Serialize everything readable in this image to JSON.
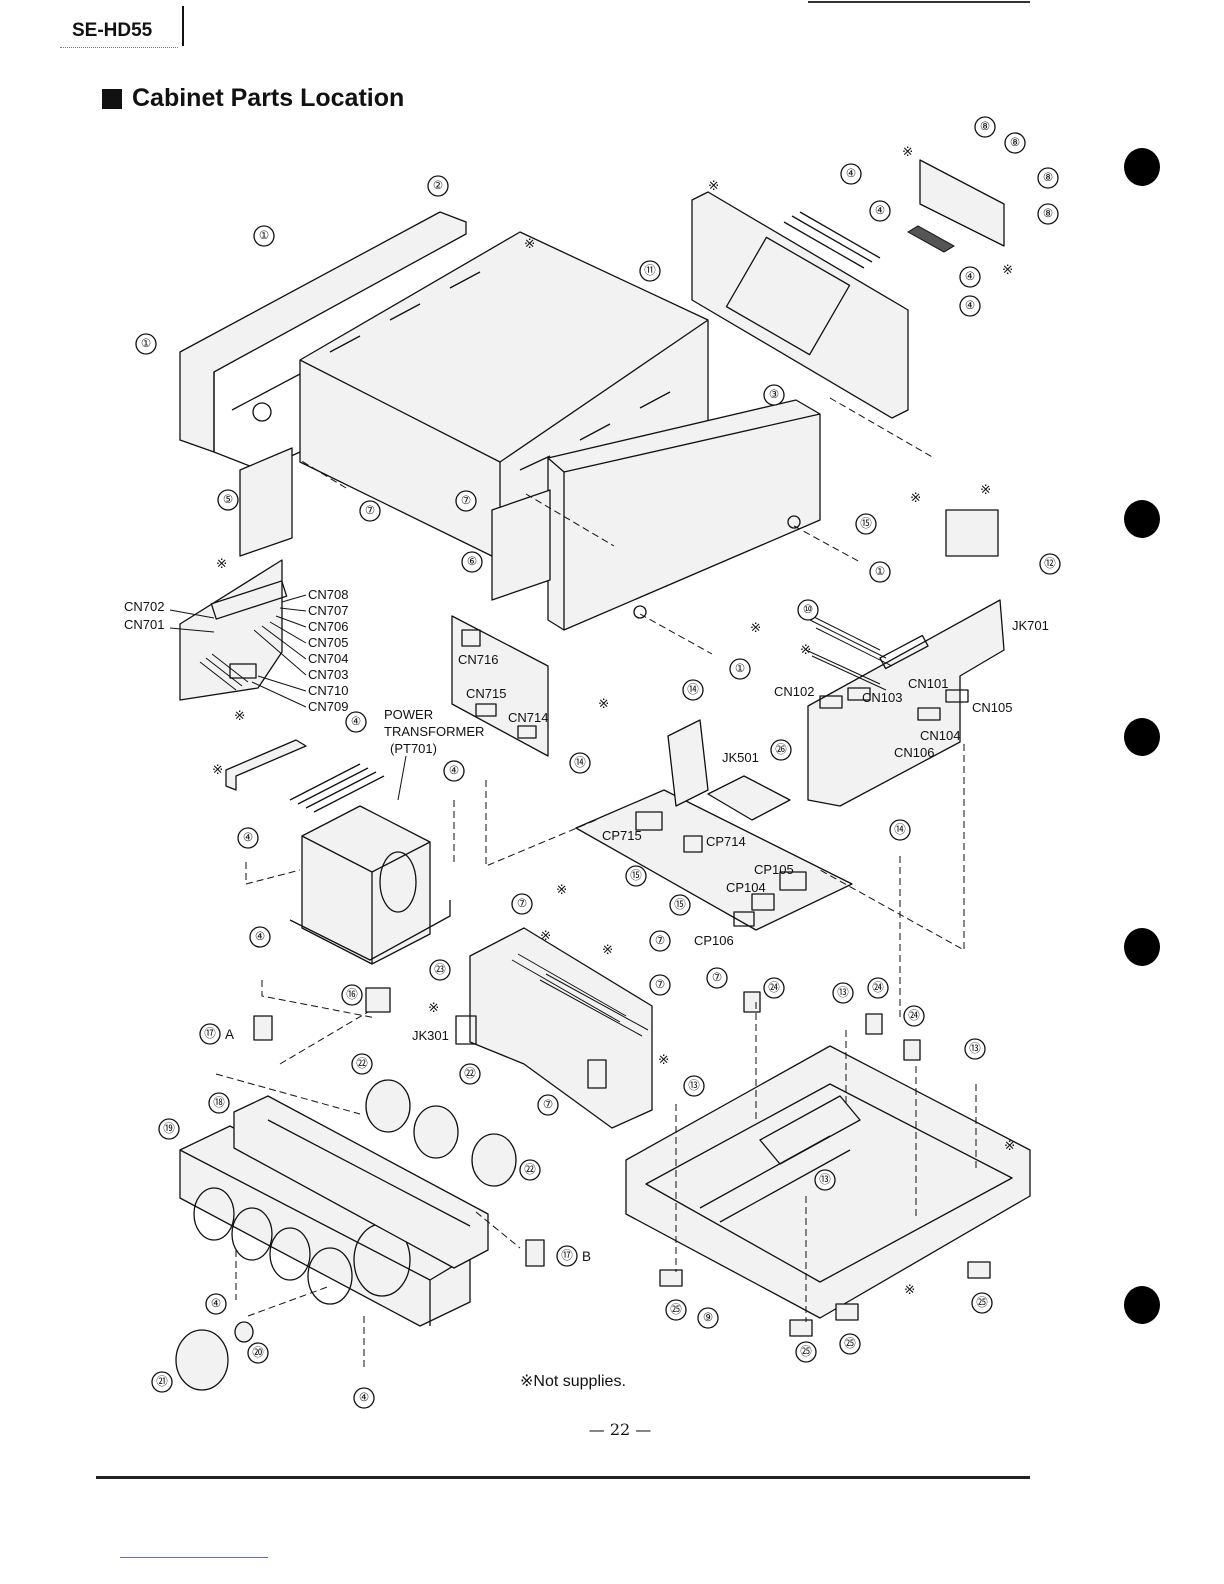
{
  "header": {
    "model": "SE-HD55",
    "title": "Cabinet Parts Location"
  },
  "diagram": {
    "callouts": [
      {
        "id": "c1a",
        "text": "①"
      },
      {
        "id": "c1b",
        "text": "①"
      },
      {
        "id": "c1c",
        "text": "①"
      },
      {
        "id": "c1d",
        "text": "①"
      },
      {
        "id": "c2",
        "text": "②"
      },
      {
        "id": "c3",
        "text": "③"
      },
      {
        "id": "c4a",
        "text": "④"
      },
      {
        "id": "c4b",
        "text": "④"
      },
      {
        "id": "c4c",
        "text": "④"
      },
      {
        "id": "c4d",
        "text": "④"
      },
      {
        "id": "c4e",
        "text": "④"
      },
      {
        "id": "c4f",
        "text": "④"
      },
      {
        "id": "c4g",
        "text": "④"
      },
      {
        "id": "c4h",
        "text": "④"
      },
      {
        "id": "c4i",
        "text": "④"
      },
      {
        "id": "c4j",
        "text": "④"
      },
      {
        "id": "c4k",
        "text": "④"
      },
      {
        "id": "c5",
        "text": "⑤"
      },
      {
        "id": "c6",
        "text": "⑥"
      },
      {
        "id": "c7a",
        "text": "⑦"
      },
      {
        "id": "c7b",
        "text": "⑦"
      },
      {
        "id": "c7c",
        "text": "⑦"
      },
      {
        "id": "c7d",
        "text": "⑦"
      },
      {
        "id": "c7e",
        "text": "⑦"
      },
      {
        "id": "c7f",
        "text": "⑦"
      },
      {
        "id": "c7g",
        "text": "⑦"
      },
      {
        "id": "c8a",
        "text": "⑧"
      },
      {
        "id": "c8b",
        "text": "⑧"
      },
      {
        "id": "c8c",
        "text": "⑧"
      },
      {
        "id": "c8d",
        "text": "⑧"
      },
      {
        "id": "c9",
        "text": "⑨"
      },
      {
        "id": "c10",
        "text": "⑩"
      },
      {
        "id": "c11",
        "text": "⑪"
      },
      {
        "id": "c12",
        "text": "⑫"
      },
      {
        "id": "c13a",
        "text": "⑬"
      },
      {
        "id": "c13b",
        "text": "⑬"
      },
      {
        "id": "c13c",
        "text": "⑬"
      },
      {
        "id": "c13d",
        "text": "⑬"
      },
      {
        "id": "c14a",
        "text": "⑭"
      },
      {
        "id": "c14b",
        "text": "⑭"
      },
      {
        "id": "c14c",
        "text": "⑭"
      },
      {
        "id": "c15a",
        "text": "⑮"
      },
      {
        "id": "c15b",
        "text": "⑮"
      },
      {
        "id": "c15c",
        "text": "⑮"
      },
      {
        "id": "c16",
        "text": "⑯"
      },
      {
        "id": "c17a",
        "text": "⑰"
      },
      {
        "id": "c17b",
        "text": "⑰"
      },
      {
        "id": "c18",
        "text": "⑱"
      },
      {
        "id": "c19",
        "text": "⑲"
      },
      {
        "id": "c20",
        "text": "⑳"
      },
      {
        "id": "c21",
        "text": "㉑"
      },
      {
        "id": "c22a",
        "text": "㉒"
      },
      {
        "id": "c22b",
        "text": "㉒"
      },
      {
        "id": "c22c",
        "text": "㉒"
      },
      {
        "id": "c23",
        "text": "㉓"
      },
      {
        "id": "c24a",
        "text": "㉔"
      },
      {
        "id": "c24b",
        "text": "㉔"
      },
      {
        "id": "c24c",
        "text": "㉔"
      },
      {
        "id": "c25a",
        "text": "㉕"
      },
      {
        "id": "c25b",
        "text": "㉕"
      },
      {
        "id": "c25c",
        "text": "㉕"
      },
      {
        "id": "c25d",
        "text": "㉕"
      },
      {
        "id": "c26",
        "text": "㉖"
      }
    ],
    "labels": [
      {
        "id": "cn702",
        "text": "CN702"
      },
      {
        "id": "cn701",
        "text": "CN701"
      },
      {
        "id": "cn708",
        "text": "CN708"
      },
      {
        "id": "cn707",
        "text": "CN707"
      },
      {
        "id": "cn706",
        "text": "CN706"
      },
      {
        "id": "cn705",
        "text": "CN705"
      },
      {
        "id": "cn704",
        "text": "CN704"
      },
      {
        "id": "cn703",
        "text": "CN703"
      },
      {
        "id": "cn710",
        "text": "CN710"
      },
      {
        "id": "cn709",
        "text": "CN709"
      },
      {
        "id": "power",
        "text": "POWER"
      },
      {
        "id": "transformer",
        "text": "TRANSFORMER"
      },
      {
        "id": "pt701",
        "text": "(PT701)"
      },
      {
        "id": "cn716",
        "text": "CN716"
      },
      {
        "id": "cn715",
        "text": "CN715"
      },
      {
        "id": "cn714",
        "text": "CN714"
      },
      {
        "id": "jk501",
        "text": "JK501"
      },
      {
        "id": "cp715",
        "text": "CP715"
      },
      {
        "id": "cp714",
        "text": "CP714"
      },
      {
        "id": "cp105",
        "text": "CP105"
      },
      {
        "id": "cp104",
        "text": "CP104"
      },
      {
        "id": "cp106",
        "text": "CP106"
      },
      {
        "id": "jk701",
        "text": "JK701"
      },
      {
        "id": "cn102",
        "text": "CN102"
      },
      {
        "id": "cn103",
        "text": "CN103"
      },
      {
        "id": "cn101",
        "text": "CN101"
      },
      {
        "id": "cn105",
        "text": "CN105"
      },
      {
        "id": "cn104",
        "text": "CN104"
      },
      {
        "id": "cn106",
        "text": "CN106"
      },
      {
        "id": "jk301",
        "text": "JK301"
      },
      {
        "id": "a17",
        "text": "A"
      },
      {
        "id": "b17",
        "text": "B"
      }
    ],
    "note_marks": [
      {
        "id": "m1",
        "text": "※"
      },
      {
        "id": "m2",
        "text": "※"
      },
      {
        "id": "m3",
        "text": "※"
      },
      {
        "id": "m4",
        "text": "※"
      },
      {
        "id": "m5",
        "text": "※"
      },
      {
        "id": "m6",
        "text": "※"
      },
      {
        "id": "m7",
        "text": "※"
      },
      {
        "id": "m8",
        "text": "※"
      },
      {
        "id": "m9",
        "text": "※"
      },
      {
        "id": "m10",
        "text": "※"
      },
      {
        "id": "m11",
        "text": "※"
      },
      {
        "id": "m12",
        "text": "※"
      },
      {
        "id": "m13",
        "text": "※"
      },
      {
        "id": "m14",
        "text": "※"
      },
      {
        "id": "m15",
        "text": "※"
      },
      {
        "id": "m16",
        "text": "※"
      },
      {
        "id": "m17",
        "text": "※"
      },
      {
        "id": "m18",
        "text": "※"
      },
      {
        "id": "m19",
        "text": "※"
      },
      {
        "id": "m20",
        "text": "※"
      }
    ],
    "footnote": "※Not supplies."
  },
  "footer": {
    "page_number": "— 22 —"
  }
}
